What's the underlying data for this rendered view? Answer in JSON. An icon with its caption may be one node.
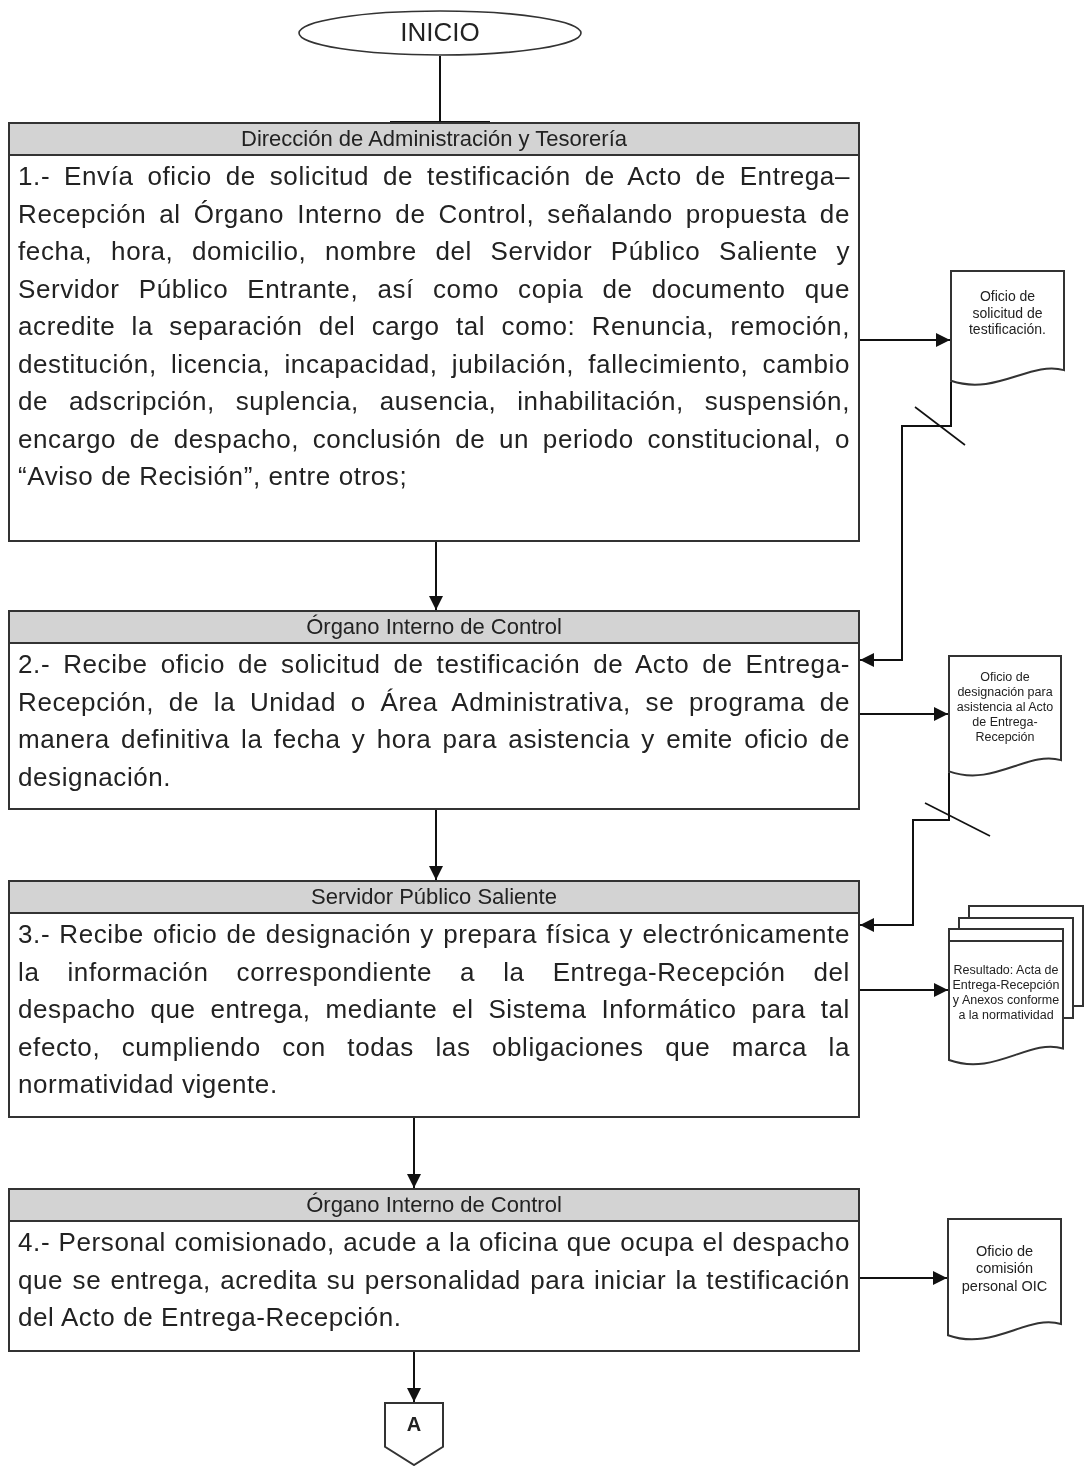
{
  "diagram": {
    "nodes": [
      {
        "text": [
          "INICIO"
        ]
      },
      {
        "text": [
          "Dirección de Administración y Tesorería",
          "1.- Envía oficio de solicitud de testificación de Acto de Entrega–Recepción al Órgano Interno de Control, señalando propuesta de fecha, hora, domicilio, nombre del Servidor Público Saliente y Servidor Público Entrante, así como copia de documento que acredite la separación del cargo tal como: Renuncia, remoción, destitución, licencia, incapacidad, jubilación, fallecimiento, cambio de adscripción, suplencia, ausencia, inhabilitación, suspensión, encargo de despacho, conclusión de un periodo constitucional, o “Aviso de Recisión”, entre otros;"
        ]
      },
      {
        "text": [
          "Oficio de solicitud de testificación."
        ]
      },
      {
        "text": [
          "Órgano Interno de Control",
          "2.- Recibe oficio de solicitud de testificación de Acto de Entrega-Recepción, de la Unidad o Área Administrativa, se programa de manera definitiva la fecha y hora para asistencia y emite oficio de designación."
        ]
      },
      {
        "text": [
          "Oficio de designación para asistencia al Acto de Entrega-Recepción"
        ]
      },
      {
        "text": [
          "Servidor Público Saliente",
          "3.- Recibe oficio de designación y prepara física y electrónicamente la información correspondiente a la Entrega-Recepción del despacho que entrega, mediante el Sistema Informático para tal efecto, cumpliendo con todas las obligaciones que marca la normatividad vigente."
        ]
      },
      {
        "text": [
          "Resultado: Acta de Entrega-Recepción y Anexos conforme a la normatividad"
        ]
      },
      {
        "text": [
          "Órgano Interno de Control",
          "4.- Personal comisionado, acude a la oficina que ocupa el despacho que se entrega, acredita su personalidad para iniciar la testificación del Acto de Entrega-Recepción."
        ]
      },
      {
        "text": [
          "Oficio de comisión personal OIC"
        ]
      },
      {
        "text": [
          "A"
        ]
      }
    ],
    "edges": [
      {
        "from": 0,
        "to": 1,
        "arrow": "other"
      },
      {
        "from": 1,
        "to": 2,
        "arrow": "to"
      },
      {
        "from": 2,
        "to": 3,
        "arrow": "to"
      },
      {
        "from": 1,
        "to": 3,
        "arrow": "to"
      },
      {
        "from": 3,
        "to": 4,
        "arrow": "to"
      },
      {
        "from": 4,
        "to": 5,
        "arrow": "to"
      },
      {
        "from": 3,
        "to": 5,
        "arrow": "to"
      },
      {
        "from": 5,
        "to": 6,
        "arrow": "to"
      },
      {
        "from": 5,
        "to": 7,
        "arrow": "to"
      },
      {
        "from": 7,
        "to": 8,
        "arrow": "to"
      },
      {
        "from": 7,
        "to": 9,
        "arrow": "to"
      }
    ]
  }
}
